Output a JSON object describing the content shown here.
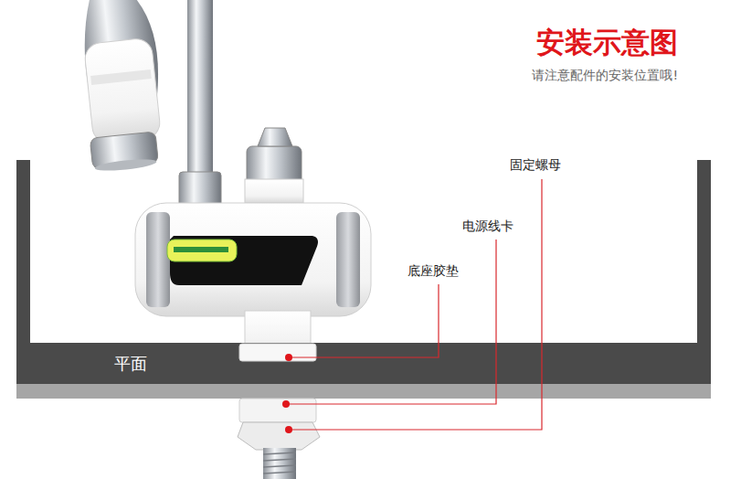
{
  "diagram": {
    "title": "安装示意图",
    "nodes": [
      {
        "text": [
          "平面"
        ]
      }
    ],
    "labels": [
      "请注意配件的安装位置哦!",
      "固定螺母",
      "电源线卡",
      "底座胶垫"
    ]
  }
}
